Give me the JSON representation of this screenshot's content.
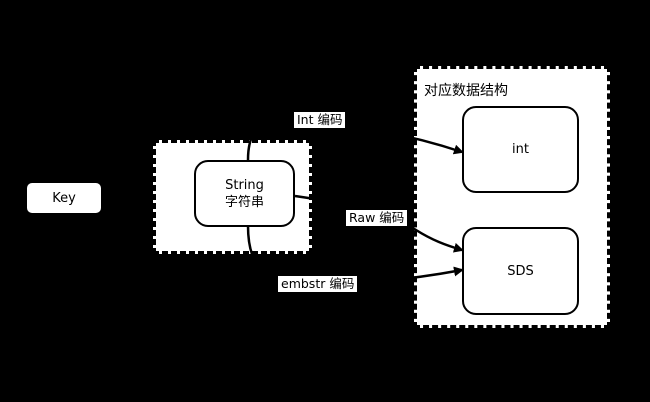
{
  "colors": {
    "background": "#000000",
    "stroke": "#000000",
    "fill": "#ffffff",
    "text": "#000000"
  },
  "nodes": {
    "key": "Key",
    "string_line1": "String",
    "string_line2": "字符串",
    "int": "int",
    "sds": "SDS"
  },
  "panel": {
    "title": "对应数据结构"
  },
  "edges": {
    "int_encoding": "Int 编码",
    "raw_encoding": "Raw 编码",
    "embstr_encoding": "embstr 编码"
  }
}
